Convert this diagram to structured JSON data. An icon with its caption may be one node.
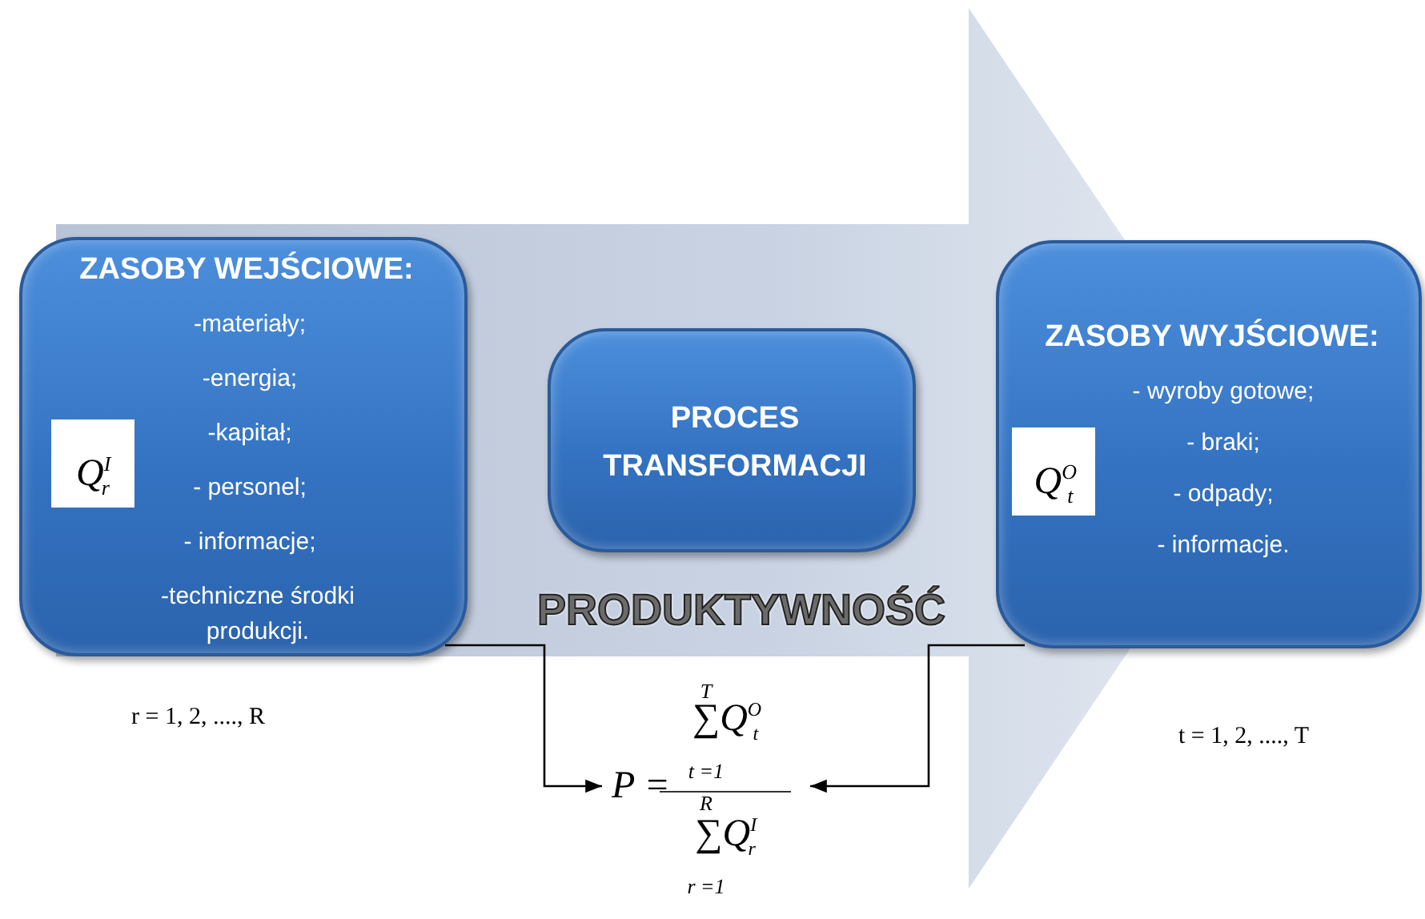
{
  "diagram": {
    "nodes": [
      {
        "text": [
          "ZASOBY WEJŚCIOWE:",
          "-materiały;",
          "-energia;",
          "-kapitał;",
          "- personel;",
          "- informacje;",
          "-techniczne środki produkcji."
        ],
        "beside": [
          "r = 1, 2, ...., R"
        ]
      },
      {
        "text": [
          "Q$^{I}$$_{r}$"
        ],
        "in": 0
      },
      {
        "text": [
          "PROCES TRANSFORMACJI"
        ]
      },
      {
        "text": [
          "ZASOBY WYJŚCIOWE:",
          "- wyroby gotowe;",
          "- braki;",
          "- odpady;",
          "- informacje."
        ],
        "beside": [
          "t = 1, 2, ...., T"
        ]
      },
      {
        "text": [
          "Q$^{O}$$_{t}$"
        ],
        "in": 3
      },
      {
        "text": [
          "P =",
          "T",
          "∑Q$^{O}$$_{t}$",
          "t =1",
          "R",
          "∑Q$^{I}$$_{r}$",
          "r =1"
        ]
      }
    ],
    "edges": [
      {
        "from": 0,
        "to": 5,
        "arrow": "to"
      },
      {
        "from": 3,
        "to": 5,
        "arrow": "to"
      }
    ],
    "labels": [
      "PRODUKTYWNOŚĆ"
    ]
  }
}
